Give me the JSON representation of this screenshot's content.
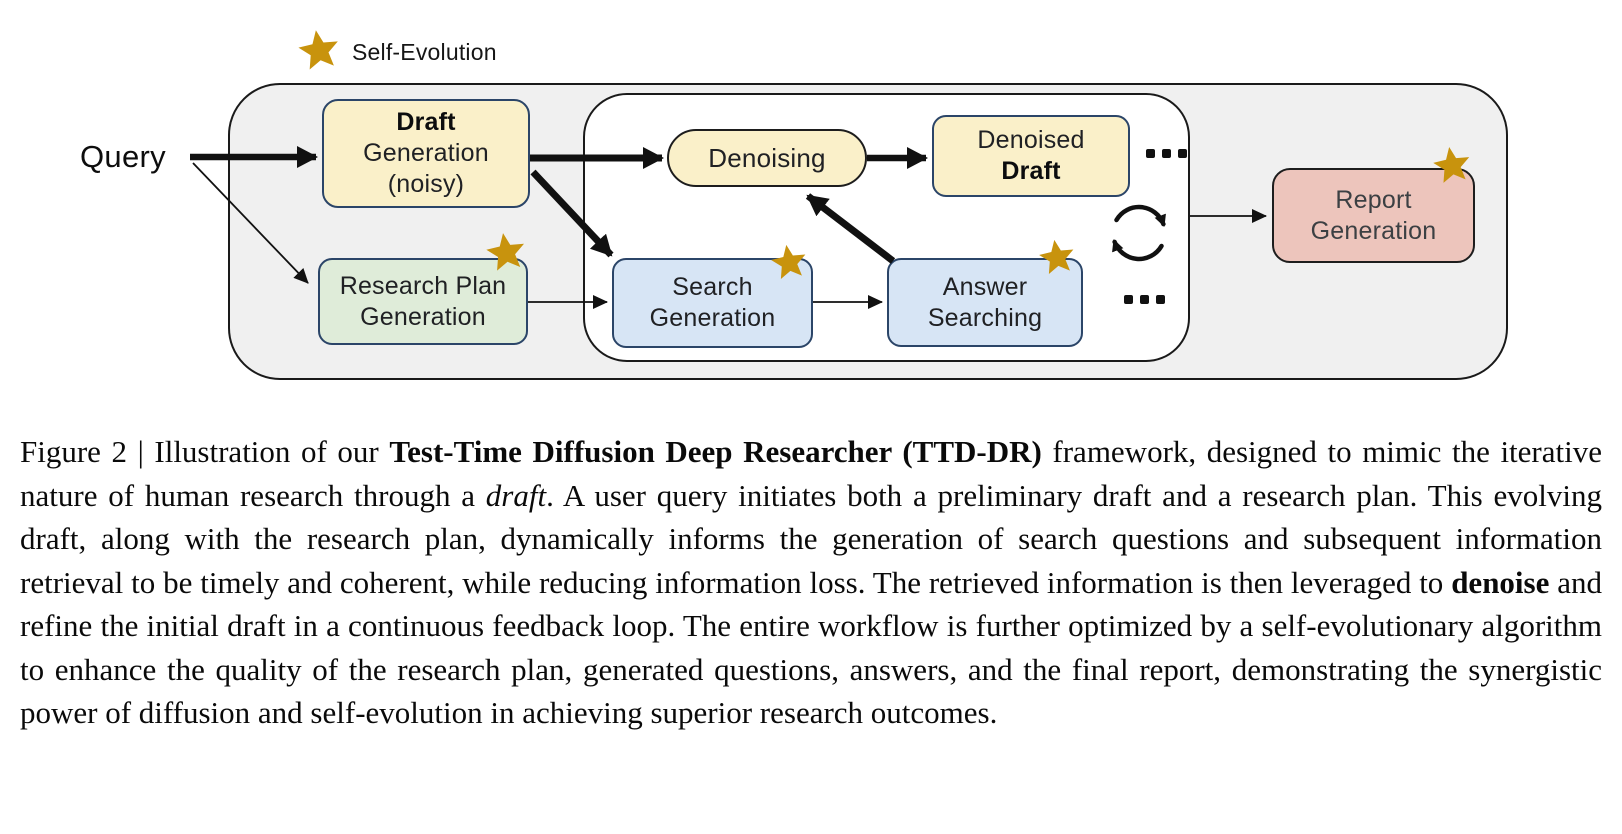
{
  "colors": {
    "gold": "#C8930D",
    "yellow": "#FAF0C9",
    "green": "#DFECD9",
    "blue": "#D7E5F5",
    "pink": "#EDC5BC",
    "navy": "#2B4568",
    "ink": "#1a1a1a",
    "panel": "#F0F0F0",
    "boxtext": "#202124",
    "graytext": "#3C4043"
  },
  "diagram": {
    "legend_label": "Self-Evolution",
    "query_label": "Query",
    "boxes": {
      "draft_generation": {
        "line1": "Draft",
        "line2": "Generation",
        "line3": "(noisy)"
      },
      "research_plan_generation": {
        "line1": "Research Plan",
        "line2": "Generation"
      },
      "denoising": {
        "label": "Denoising"
      },
      "denoised_draft": {
        "line1": "Denoised",
        "line2": "Draft"
      },
      "search_generation": {
        "line1": "Search",
        "line2": "Generation"
      },
      "answer_searching": {
        "line1": "Answer",
        "line2": "Searching"
      },
      "report_generation": {
        "line1": "Report",
        "line2": "Generation"
      }
    },
    "ellipsis_top": "...",
    "ellipsis_bottom": "..."
  },
  "caption": {
    "segments": [
      {
        "text": "Figure 2 | Illustration of our ",
        "style": "regular"
      },
      {
        "text": "Test-Time Diffusion Deep Researcher (TTD-DR)",
        "style": "bold"
      },
      {
        "text": " framework, designed to mimic the iterative nature of human research through a ",
        "style": "regular"
      },
      {
        "text": "draft",
        "style": "italic"
      },
      {
        "text": ". A user query initiates both a preliminary draft and a research plan. This evolving draft, along with the research plan, dynamically informs the generation of search questions and subsequent information retrieval to be timely and coherent, while reducing information loss. The retrieved information is then leveraged to ",
        "style": "regular"
      },
      {
        "text": "denoise",
        "style": "bold"
      },
      {
        "text": " and refine the initial draft in a continuous feedback loop. The entire workflow is further optimized by a self-evolutionary algorithm to enhance the quality of the research plan, generated questions, answers, and the final report, demonstrating the synergistic power of diffusion and self-evolution in achieving superior research outcomes.",
        "style": "regular"
      }
    ]
  }
}
